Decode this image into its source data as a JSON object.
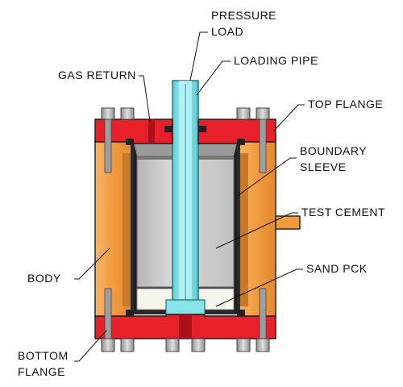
{
  "labels": {
    "pressure_load_1": "PRESSURE",
    "pressure_load_2": "LOAD",
    "loading_pipe": "LOADING PIPE",
    "gas_return": "GAS RETURN",
    "top_flange": "TOP FLANGE",
    "boundary_sleeve_1": "BOUNDARY",
    "boundary_sleeve_2": "SLEEVE",
    "test_cement": "TEST CEMENT",
    "body": "BODY",
    "sand_pack": "SAND PCK",
    "bottom_flange_1": "BOTTOM",
    "bottom_flange_2": "FLANGE"
  },
  "colors": {
    "flange": "#e8202a",
    "flange_dark": "#b3151c",
    "body": "#f5a04a",
    "body_dark": "#d98430",
    "cement": "#c8c8c8",
    "cement_dark": "#9a9a9a",
    "pipe": "#7fe6ea",
    "pipe_dark": "#3fb4bc",
    "sand": "#f4f4ea",
    "bolt": "#b4b4b4",
    "cavity": "#2a2a2a"
  },
  "icons": [
    "bolt-icon",
    "seal-ring-icon"
  ]
}
